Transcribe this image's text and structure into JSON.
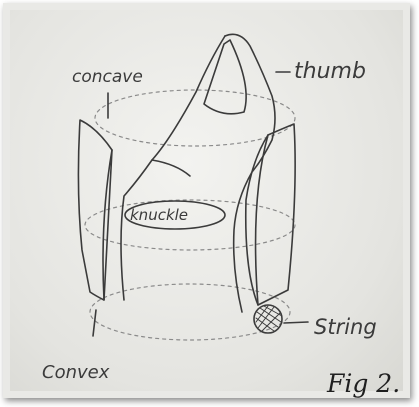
{
  "labels": {
    "concave": "concave",
    "thumb": "thumb",
    "knuckle": "knuckle",
    "string": "String",
    "convex": "Convex",
    "figure": "Fig 2."
  },
  "colors": {
    "ink": "#3b3b3b",
    "paper": "#e9e9e6",
    "dashes": "#8a8a8a"
  }
}
